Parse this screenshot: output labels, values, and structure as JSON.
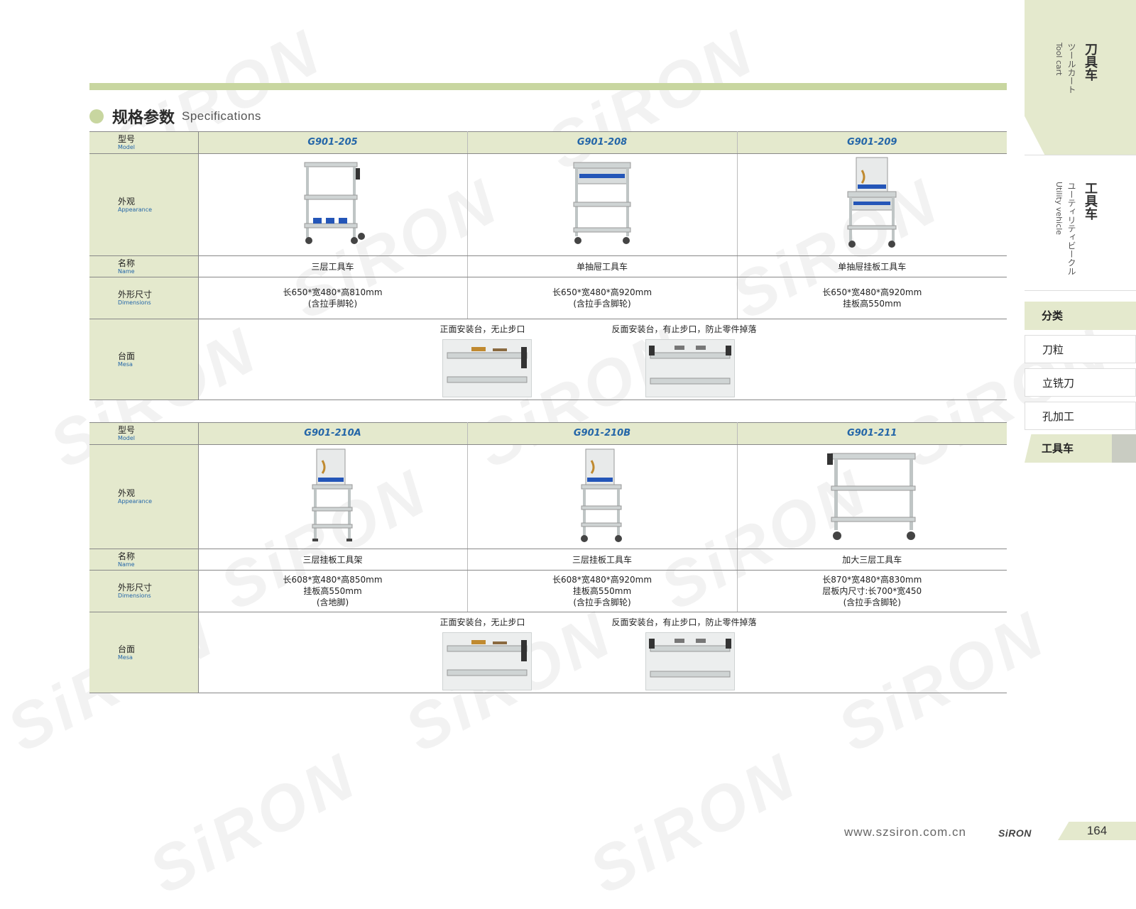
{
  "section": {
    "title_zh": "规格参数",
    "title_en": "Specifications"
  },
  "labels": {
    "model_zh": "型号",
    "model_en": "Model",
    "appearance_zh": "外观",
    "appearance_en": "Appearance",
    "name_zh": "名称",
    "name_en": "Name",
    "dimensions_zh": "外形尺寸",
    "dimensions_en": "Dimensions",
    "mesa_zh": "台面",
    "mesa_en": "Mesa"
  },
  "table1": {
    "models": [
      "G901-205",
      "G901-208",
      "G901-209"
    ],
    "names": [
      "三层工具车",
      "单抽屉工具车",
      "单抽屉挂板工具车"
    ],
    "dims": [
      [
        "长650*宽480*高810mm",
        "(含拉手脚轮)"
      ],
      [
        "长650*宽480*高920mm",
        "(含拉手含脚轮)"
      ],
      [
        "长650*宽480*高920mm",
        "挂板高550mm"
      ]
    ],
    "mesa_front": "正面安装台，无止步口",
    "mesa_back": "反面安装台，有止步口，防止零件掉落"
  },
  "table2": {
    "models": [
      "G901-210A",
      "G901-210B",
      "G901-211"
    ],
    "names": [
      "三层挂板工具架",
      "三层挂板工具车",
      "加大三层工具车"
    ],
    "dims": [
      [
        "长608*宽480*高850mm",
        "挂板高550mm",
        "(含地脚)"
      ],
      [
        "长608*宽480*高920mm",
        "挂板高550mm",
        "(含拉手含脚轮)"
      ],
      [
        "长870*宽480*高830mm",
        "层板内尺寸:长700*宽450",
        "(含拉手含脚轮)"
      ]
    ],
    "mesa_front": "正面安装台，无止步口",
    "mesa_back": "反面安装台，有止步口，防止零件掉落"
  },
  "side": {
    "tab1_zh": "刀具车",
    "tab1_jp": "ツールカート",
    "tab1_en": "Tool cart",
    "tab2_zh": "工具车",
    "tab2_jp": "ユーティリティビークル",
    "tab2_en": "Utility vehicle",
    "category_head": "分类",
    "categories": [
      "刀粒",
      "立铣刀",
      "孔加工"
    ],
    "active": "工具车"
  },
  "footer": {
    "url": "www.szsiron.com.cn",
    "logo": "SiRON",
    "page": "164"
  },
  "watermark": "SiRON",
  "colors": {
    "accent": "#c8d6a0",
    "label_bg": "#e4e9cd",
    "model_blue": "#2466a8"
  }
}
